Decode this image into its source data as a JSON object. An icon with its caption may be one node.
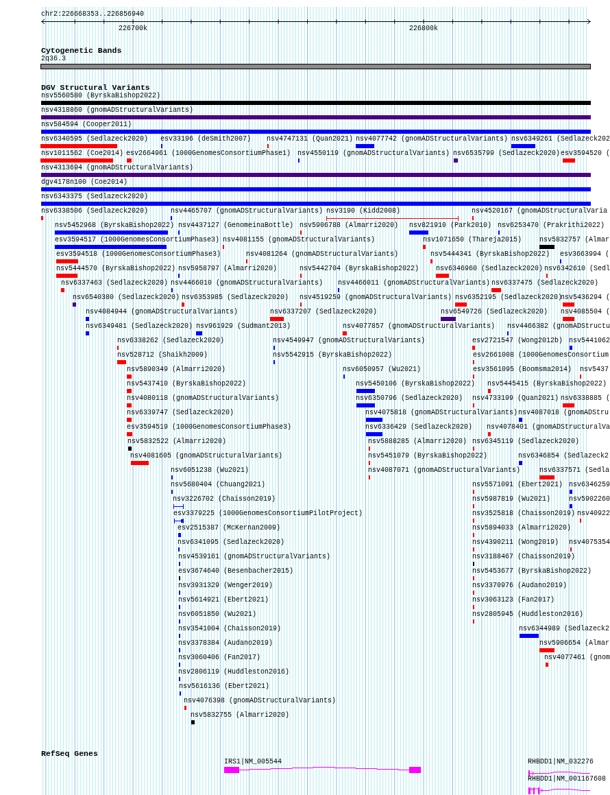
{
  "diagram": {
    "labels": [
      "chr2:226668353..226856940",
      "226700k",
      "226800k",
      "Cytogenetic Bands",
      "2q36.3",
      "DGV Structural Variants",
      "nsv5560580 (ByrskaBishop2022)",
      "nsv4318860 (gnomADStructuralVariants)",
      "nsv584594 (Cooper2011)",
      "nsv6340595 (Sedlazeck2020)",
      "esv33196 (deSmith2007)",
      "nsv4747131 (Quan2021)",
      "nsv4077742 (gnomADStructuralVariants)",
      "nsv6349261 (Sedlazeck202",
      "nsv1011562 (Coe2014)",
      "esv2664961 (1000GenomesConsortiumPhase1)",
      "nsv4550119 (gnomADStructuralVariants)",
      "nsv6535799 (Sedlazeck2020)",
      "esv3594520 (",
      "nsv4313694 (gnomADStructuralVariants)",
      "dgv4178n100 (Coe2014)",
      "nsv6343375 (Sedlazeck2020)",
      "nsv6338506 (Sedlazeck2020)",
      "nsv4465707 (gnomADStructuralVariants)",
      "nsv3190 (Kidd2008)",
      "nsv4520167 (gnomADStructuralVaria",
      "nsv5452968 (ByrskaBishop2022)",
      "nsv4437127 (GenomeinaBottle)",
      "nsv5906788 (Almarri2020)",
      "nsv821910 (Park2010)",
      "nsv6253470 (Prakrithi2022)",
      "esv3594517 (1000GenomesConsortiumPhase3)",
      "nsv4081155 (gnomADStructuralVariants)",
      "nsv1071650 (Thareja2015)",
      "nsv5832757 (Almar",
      "esv3594518 (1000GenomesConsortiumPhase3)",
      "nsv4081264 (gnomADStructuralVariants)",
      "nsv5444341 (ByrskaBishop2022)",
      "esv3663994 (",
      "nsv5444570 (ByrskaBishop2022)",
      "nsv5958797 (Almarri2020)",
      "nsv5442704 (ByrskaBishop2022)",
      "nsv6346960 (Sedlazeck2020)",
      "nsv6342610 (Sedl",
      "nsv6337463 (Sedlazeck2020)",
      "nsv4466010 (gnomADStructuralVariants)",
      "nsv4466011 (gnomADStructuralVariants)",
      "nsv6337475 (Sedlazeck2020)",
      "nsv6540380 (Sedlazeck2020)",
      "nsv6353985 (Sedlazeck2020)",
      "nsv4519259 (gnomADStructuralVariants)",
      "nsv6352195 (Sedlazeck2020)",
      "nsv5436294 (",
      "nsv4084944 (gnomADStructuralVariants)",
      "nsv6337207 (Sedlazeck2020)",
      "nsv6549726 (Sedlazeck2020)",
      "nsv4085504 (",
      "nsv6349481 (Sedlazeck2020)",
      "nsv961929 (Sudmant2013)",
      "nsv4077857 (gnomADStructuralVariants)",
      "nsv4466382 (gnomADStructu",
      "nsv6338262 (Sedlazeck2020)",
      "nsv4549947 (gnomADStructuralVariants)",
      "esv2721547 (Wong2012b)",
      "nsv5441062",
      "nsv528712 (Shaikh2009)",
      "nsv5542915 (ByrskaBishop2022)",
      "esv2661008 (1000GenomesConsortium",
      "nsv5890349 (Almarri2020)",
      "nsv6050957 (Wu2021)",
      "esv3561095 (Boomsma2014)",
      "nsv5437",
      "nsv5437410 (ByrskaBishop2022)",
      "nsv5450106 (ByrskaBishop2022)",
      "nsv5445415 (ByrskaBishop2022)",
      "nsv4080118 (gnomADStructuralVariants)",
      "nsv6350796 (Sedlazeck2020)",
      "nsv4733199 (Quan2021)",
      "nsv6338885 (",
      "nsv6339747 (Sedlazeck2020)",
      "nsv4075818 (gnomADStructuralVariants)",
      "nsv4087018 (gnomADStru",
      "esv3594519 (1000GenomesConsortiumPhase3)",
      "nsv6336429 (Sedlazeck2020)",
      "nsv4078401 (gnomADStructuralVa",
      "nsv5832522 (Almarri2020)",
      "nsv5888285 (Almarri2020)",
      "nsv6345119 (Sedlazeck2020)",
      "nsv4081605 (gnomADStructuralVariants)",
      "nsv5451079 (ByrskaBishop2022)",
      "nsv6346854 (Sedlazeck2",
      "nsv6051238 (Wu2021)",
      "nsv4087071 (gnomADStructuralVariants)",
      "nsv6337571 (Sedla",
      "nsv5680404 (Chuang2021)",
      "nsv5571091 (Ebert2021)",
      "nsv6346259",
      "nsv3226702 (Chaisson2019)",
      "nsv5987819 (Wu2021)",
      "nsv5902260",
      "esv3379225 (1000GenomesConsortiumPilotProject)",
      "nsv3525818 (Chaisson2019)",
      "nsv40922",
      "esv2515387 (McKernan2009)",
      "nsv5894033 (Almarri2020)",
      "nsv6341095 (Sedlazeck2020)",
      "nsv4390211 (Wong2019)",
      "nsv4075354",
      "nsv4539161 (gnomADStructuralVariants)",
      "nsv3188467 (Chaisson2019)",
      "esv3674640 (Besenbacher2015)",
      "nsv5453677 (ByrskaBishop2022)",
      "nsv3931329 (Wenger2019)",
      "nsv3370976 (Audano2019)",
      "nsv5614921 (Ebert2021)",
      "nsv3063123 (Fan2017)",
      "nsv6051850 (Wu2021)",
      "nsv2805945 (Huddleston2016)",
      "nsv3541004 (Chaisson2019)",
      "nsv6344989 (Sedlazeck2",
      "nsv3378384 (Audano2019)",
      "nsv5906654 (Almar",
      "nsv3060406 (Fan2017)",
      "nsv4077461 (gnom",
      "nsv2806119 (Huddleston2016)",
      "nsv5616136 (Ebert2021)",
      "nsv4076398 (gnomADStructuralVariants)",
      "nsv5832755 (Almarri2020)",
      "RefSeq Genes",
      "IRS1|NM_005544",
      "RHBDD1|NM_032276",
      "RHBDD1|NM_001167608"
    ]
  }
}
